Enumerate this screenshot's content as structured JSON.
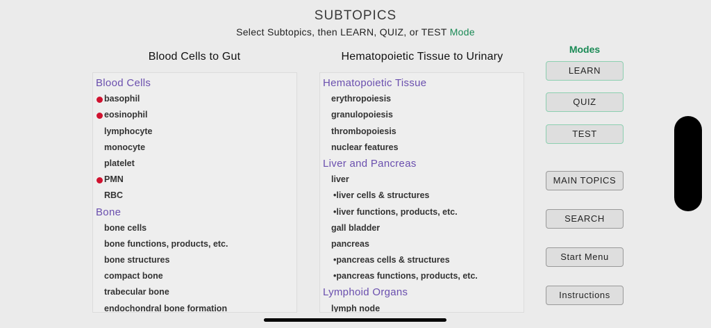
{
  "header": {
    "title": "SUBTOPICS",
    "subtitle": "Select Subtopics, then LEARN, QUIZ, or TEST",
    "subtitle_mode": "Mode"
  },
  "left": {
    "heading": "Blood Cells to Gut",
    "rows": [
      {
        "type": "h",
        "text": "Blood Cells"
      },
      {
        "type": "i",
        "text": "basophil",
        "selected": true
      },
      {
        "type": "i",
        "text": "eosinophil",
        "selected": true
      },
      {
        "type": "i",
        "text": "lymphocyte"
      },
      {
        "type": "i",
        "text": "monocyte"
      },
      {
        "type": "i",
        "text": "platelet"
      },
      {
        "type": "i",
        "text": "PMN",
        "selected": true
      },
      {
        "type": "i",
        "text": "RBC"
      },
      {
        "type": "h",
        "text": "Bone"
      },
      {
        "type": "i",
        "text": "bone cells"
      },
      {
        "type": "i",
        "text": "bone functions, products, etc."
      },
      {
        "type": "i",
        "text": "bone structures"
      },
      {
        "type": "i",
        "text": "compact bone"
      },
      {
        "type": "i",
        "text": "trabecular bone"
      },
      {
        "type": "i",
        "text": "endochondral bone formation"
      }
    ]
  },
  "right": {
    "heading": "Hematopoietic Tissue to Urinary",
    "rows": [
      {
        "type": "h",
        "text": "Hematopoietic Tissue"
      },
      {
        "type": "i",
        "text": "erythropoiesis"
      },
      {
        "type": "i",
        "text": "granulopoiesis"
      },
      {
        "type": "i",
        "text": "thrombopoiesis"
      },
      {
        "type": "i",
        "text": "nuclear features"
      },
      {
        "type": "h",
        "text": "Liver and Pancreas"
      },
      {
        "type": "i",
        "text": "liver"
      },
      {
        "type": "s",
        "text": "•liver cells & structures"
      },
      {
        "type": "s",
        "text": "•liver functions, products, etc."
      },
      {
        "type": "i",
        "text": "gall bladder"
      },
      {
        "type": "i",
        "text": "pancreas"
      },
      {
        "type": "s",
        "text": "•pancreas cells & structures"
      },
      {
        "type": "s",
        "text": "•pancreas functions, products, etc."
      },
      {
        "type": "h",
        "text": "Lymphoid Organs"
      },
      {
        "type": "i",
        "text": "lymph node"
      }
    ]
  },
  "modes": {
    "label": "Modes",
    "learn": "LEARN",
    "quiz": "QUIZ",
    "test": "TEST"
  },
  "nav": {
    "main_topics": "MAIN TOPICS",
    "search": "SEARCH",
    "start_menu": "Start Menu",
    "instructions": "Instructions"
  },
  "colors": {
    "accent_green": "#1a8a55",
    "heading_purple": "#6a4fae",
    "selected_dot": "#d0122f"
  }
}
